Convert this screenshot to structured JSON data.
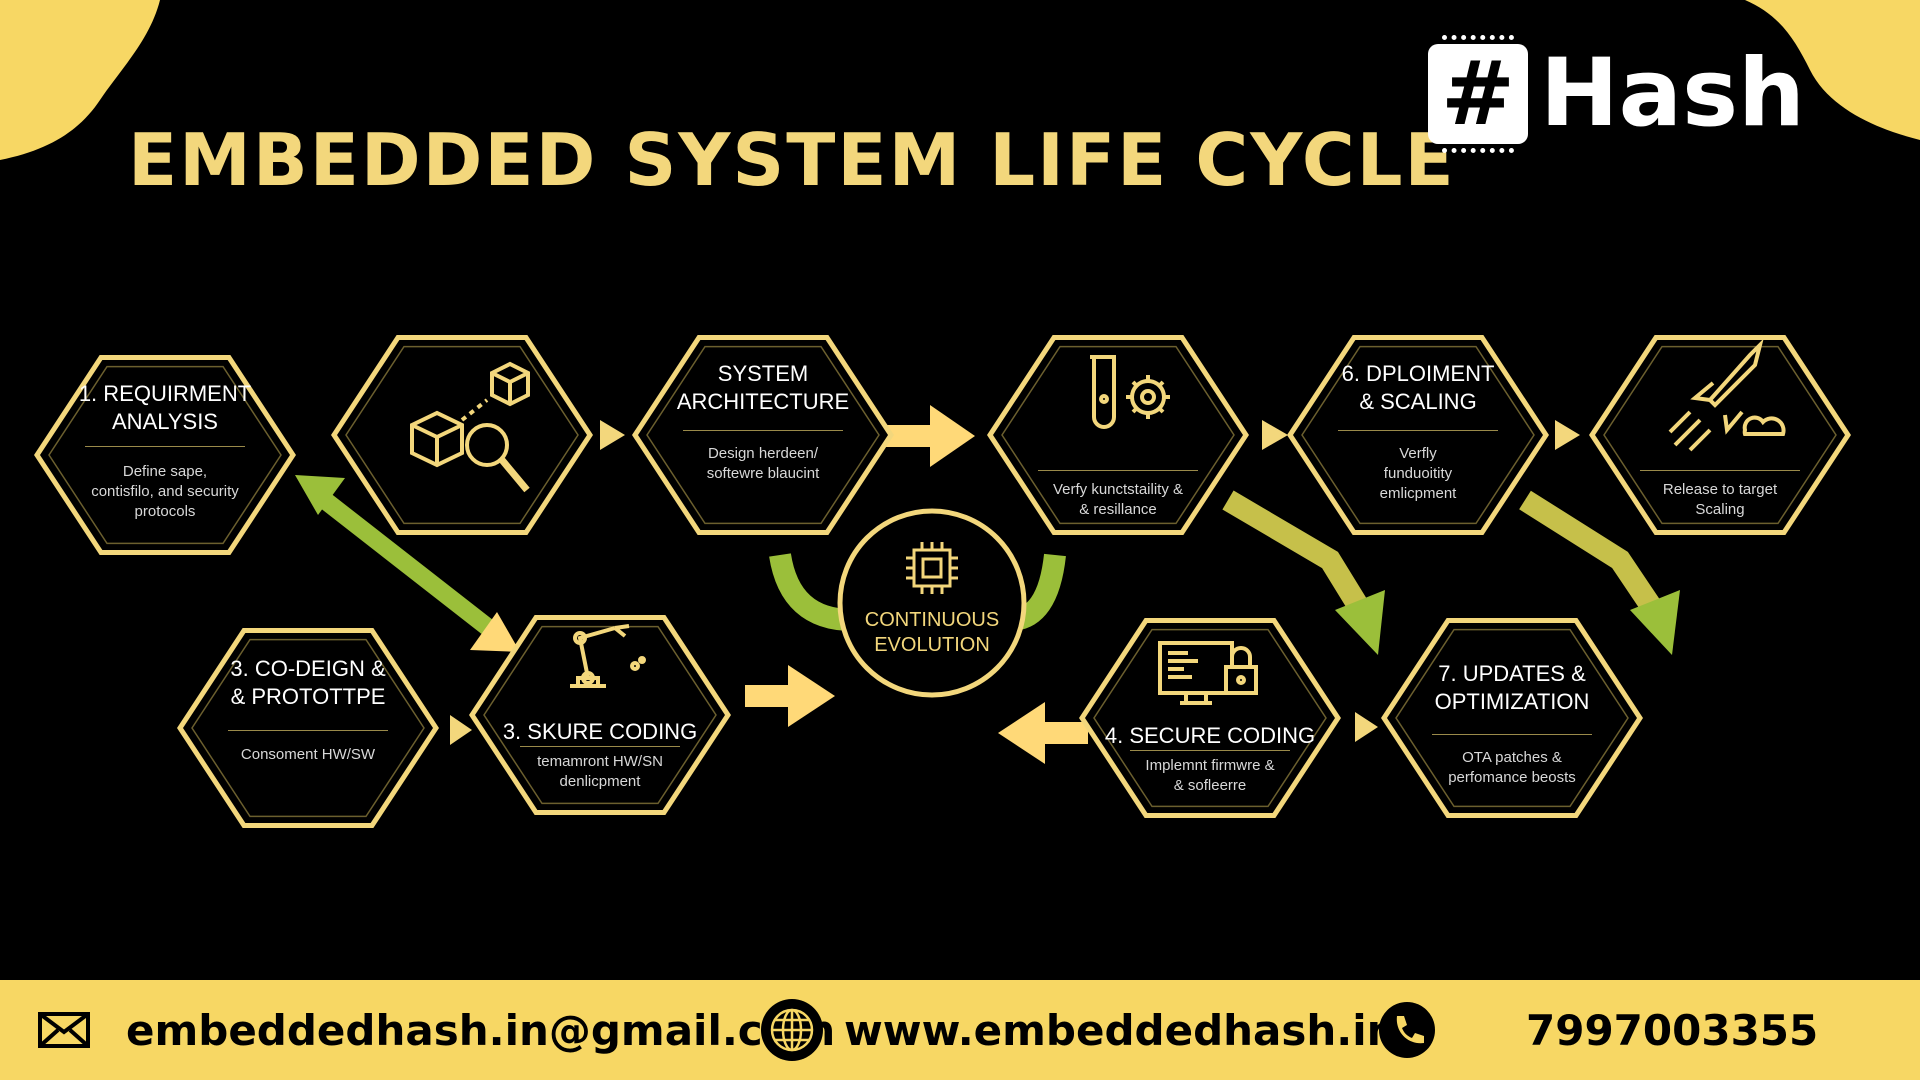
{
  "title": "EMBEDDED SYSTEM LIFE CYCLE",
  "logo": {
    "symbol": "#",
    "word": "Hash"
  },
  "colors": {
    "accent": "#f7d764",
    "outline": "#f3d77c",
    "arrow_yellow": "#ffd978",
    "arrow_green": "#9bbf3a",
    "background": "#000000"
  },
  "center": {
    "label": "CONTINUOUS\nEVOLUTION",
    "icon": "chip-icon"
  },
  "nodes": [
    {
      "id": "requirement",
      "title": "1. REQUIRMENT\nANALYSIS",
      "desc": "Define sape,\ncontisfilo, and security\nprotocols"
    },
    {
      "id": "design-icon",
      "title": "",
      "desc": "",
      "icon": "cubes-magnifier-icon"
    },
    {
      "id": "architecture",
      "title": "SYSTEM\nARCHITECTURE",
      "desc": "Design herdeen/\nsoftewre blaucint"
    },
    {
      "id": "verify",
      "title": "",
      "desc": "Verfy kunctstaility &\n& resillance",
      "icon": "test-tube-gear-icon"
    },
    {
      "id": "deployment",
      "title": "6. DPLOIMENT\n& SCALING",
      "desc": "Verfly\nfunduoitity\nemlicpment"
    },
    {
      "id": "release",
      "title": "",
      "desc": "Release to target\nScaling",
      "icon": "rocket-cloud-icon"
    },
    {
      "id": "codesign",
      "title": "3. CO-DEIGN &\n& PROTOTTPE",
      "desc": "Consoment HW/SW"
    },
    {
      "id": "skure-coding",
      "title": "3. SKURE CODING",
      "desc": "temamront HW/SN\ndenlicpment",
      "icon": "robot-arm-icon"
    },
    {
      "id": "secure-coding",
      "title": "4. SECURE CODING",
      "desc": "Implemnt firmwre &\n& sofleerre",
      "icon": "monitor-lock-icon"
    },
    {
      "id": "updates",
      "title": "7. UPDATES &\nOPTIMIZATION",
      "desc": "OTA patches &\nperfomance beosts"
    }
  ],
  "footer": {
    "email": "embeddedhash.in@gmail.com",
    "website": "www.embeddedhash.in",
    "phone": "7997003355"
  }
}
